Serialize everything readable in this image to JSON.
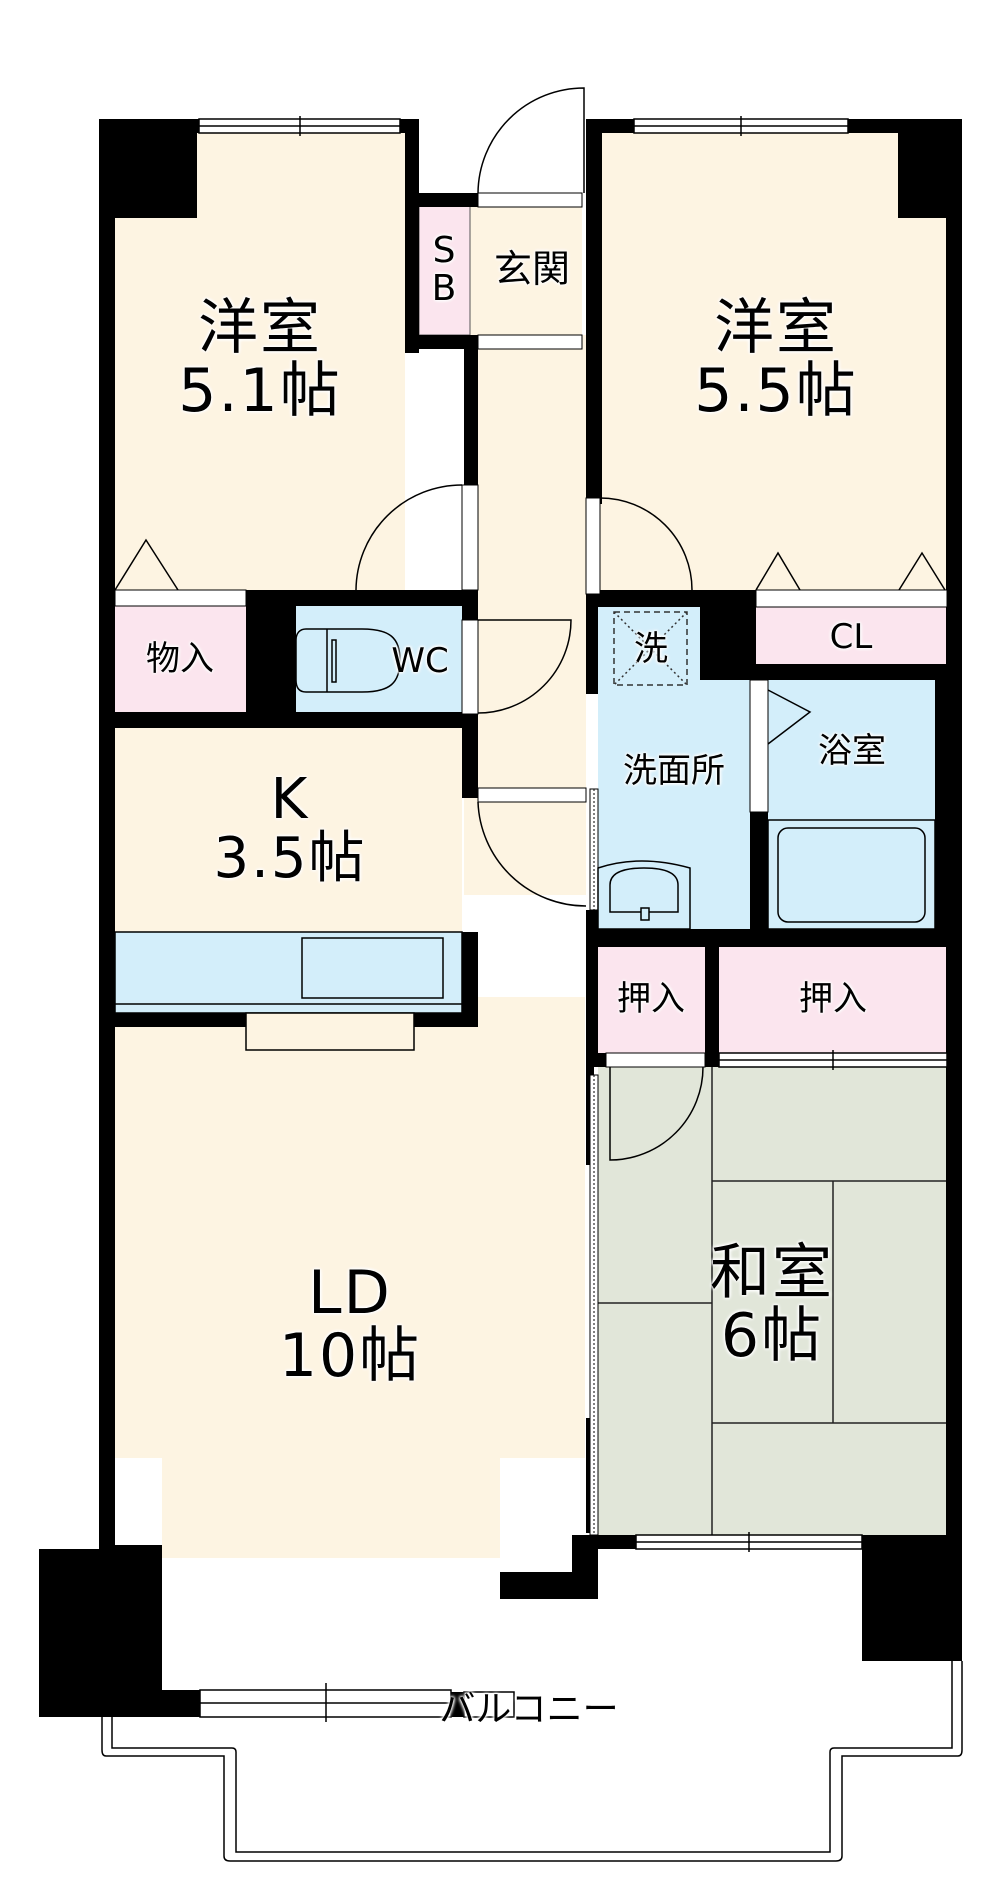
{
  "floorplan": {
    "colors": {
      "floor": "#fdf4e2",
      "wet_area": "#d3eefa",
      "storage": "#fbe5ee",
      "tatami": "#e1e6d9",
      "wall": "#000000",
      "background": "#ffffff"
    },
    "rooms": [
      {
        "id": "western-room-1",
        "name": "洋室",
        "size": "5.1帖"
      },
      {
        "id": "western-room-2",
        "name": "洋室",
        "size": "5.5帖"
      },
      {
        "id": "kitchen",
        "name": "K",
        "size": "3.5帖"
      },
      {
        "id": "living-dining",
        "name": "LD",
        "size": "10帖"
      },
      {
        "id": "japanese-room",
        "name": "和室",
        "size": "6帖"
      }
    ],
    "spaces": {
      "shoe_box": {
        "line1": "S",
        "line2": "B"
      },
      "entrance": "玄関",
      "storage": "物入",
      "toilet": "WC",
      "closet": "CL",
      "washroom": "洗面所",
      "washer": "洗",
      "bathroom": "浴室",
      "closet_japanese_1": "押入",
      "closet_japanese_2": "押入",
      "balcony": "バルコニー"
    }
  }
}
